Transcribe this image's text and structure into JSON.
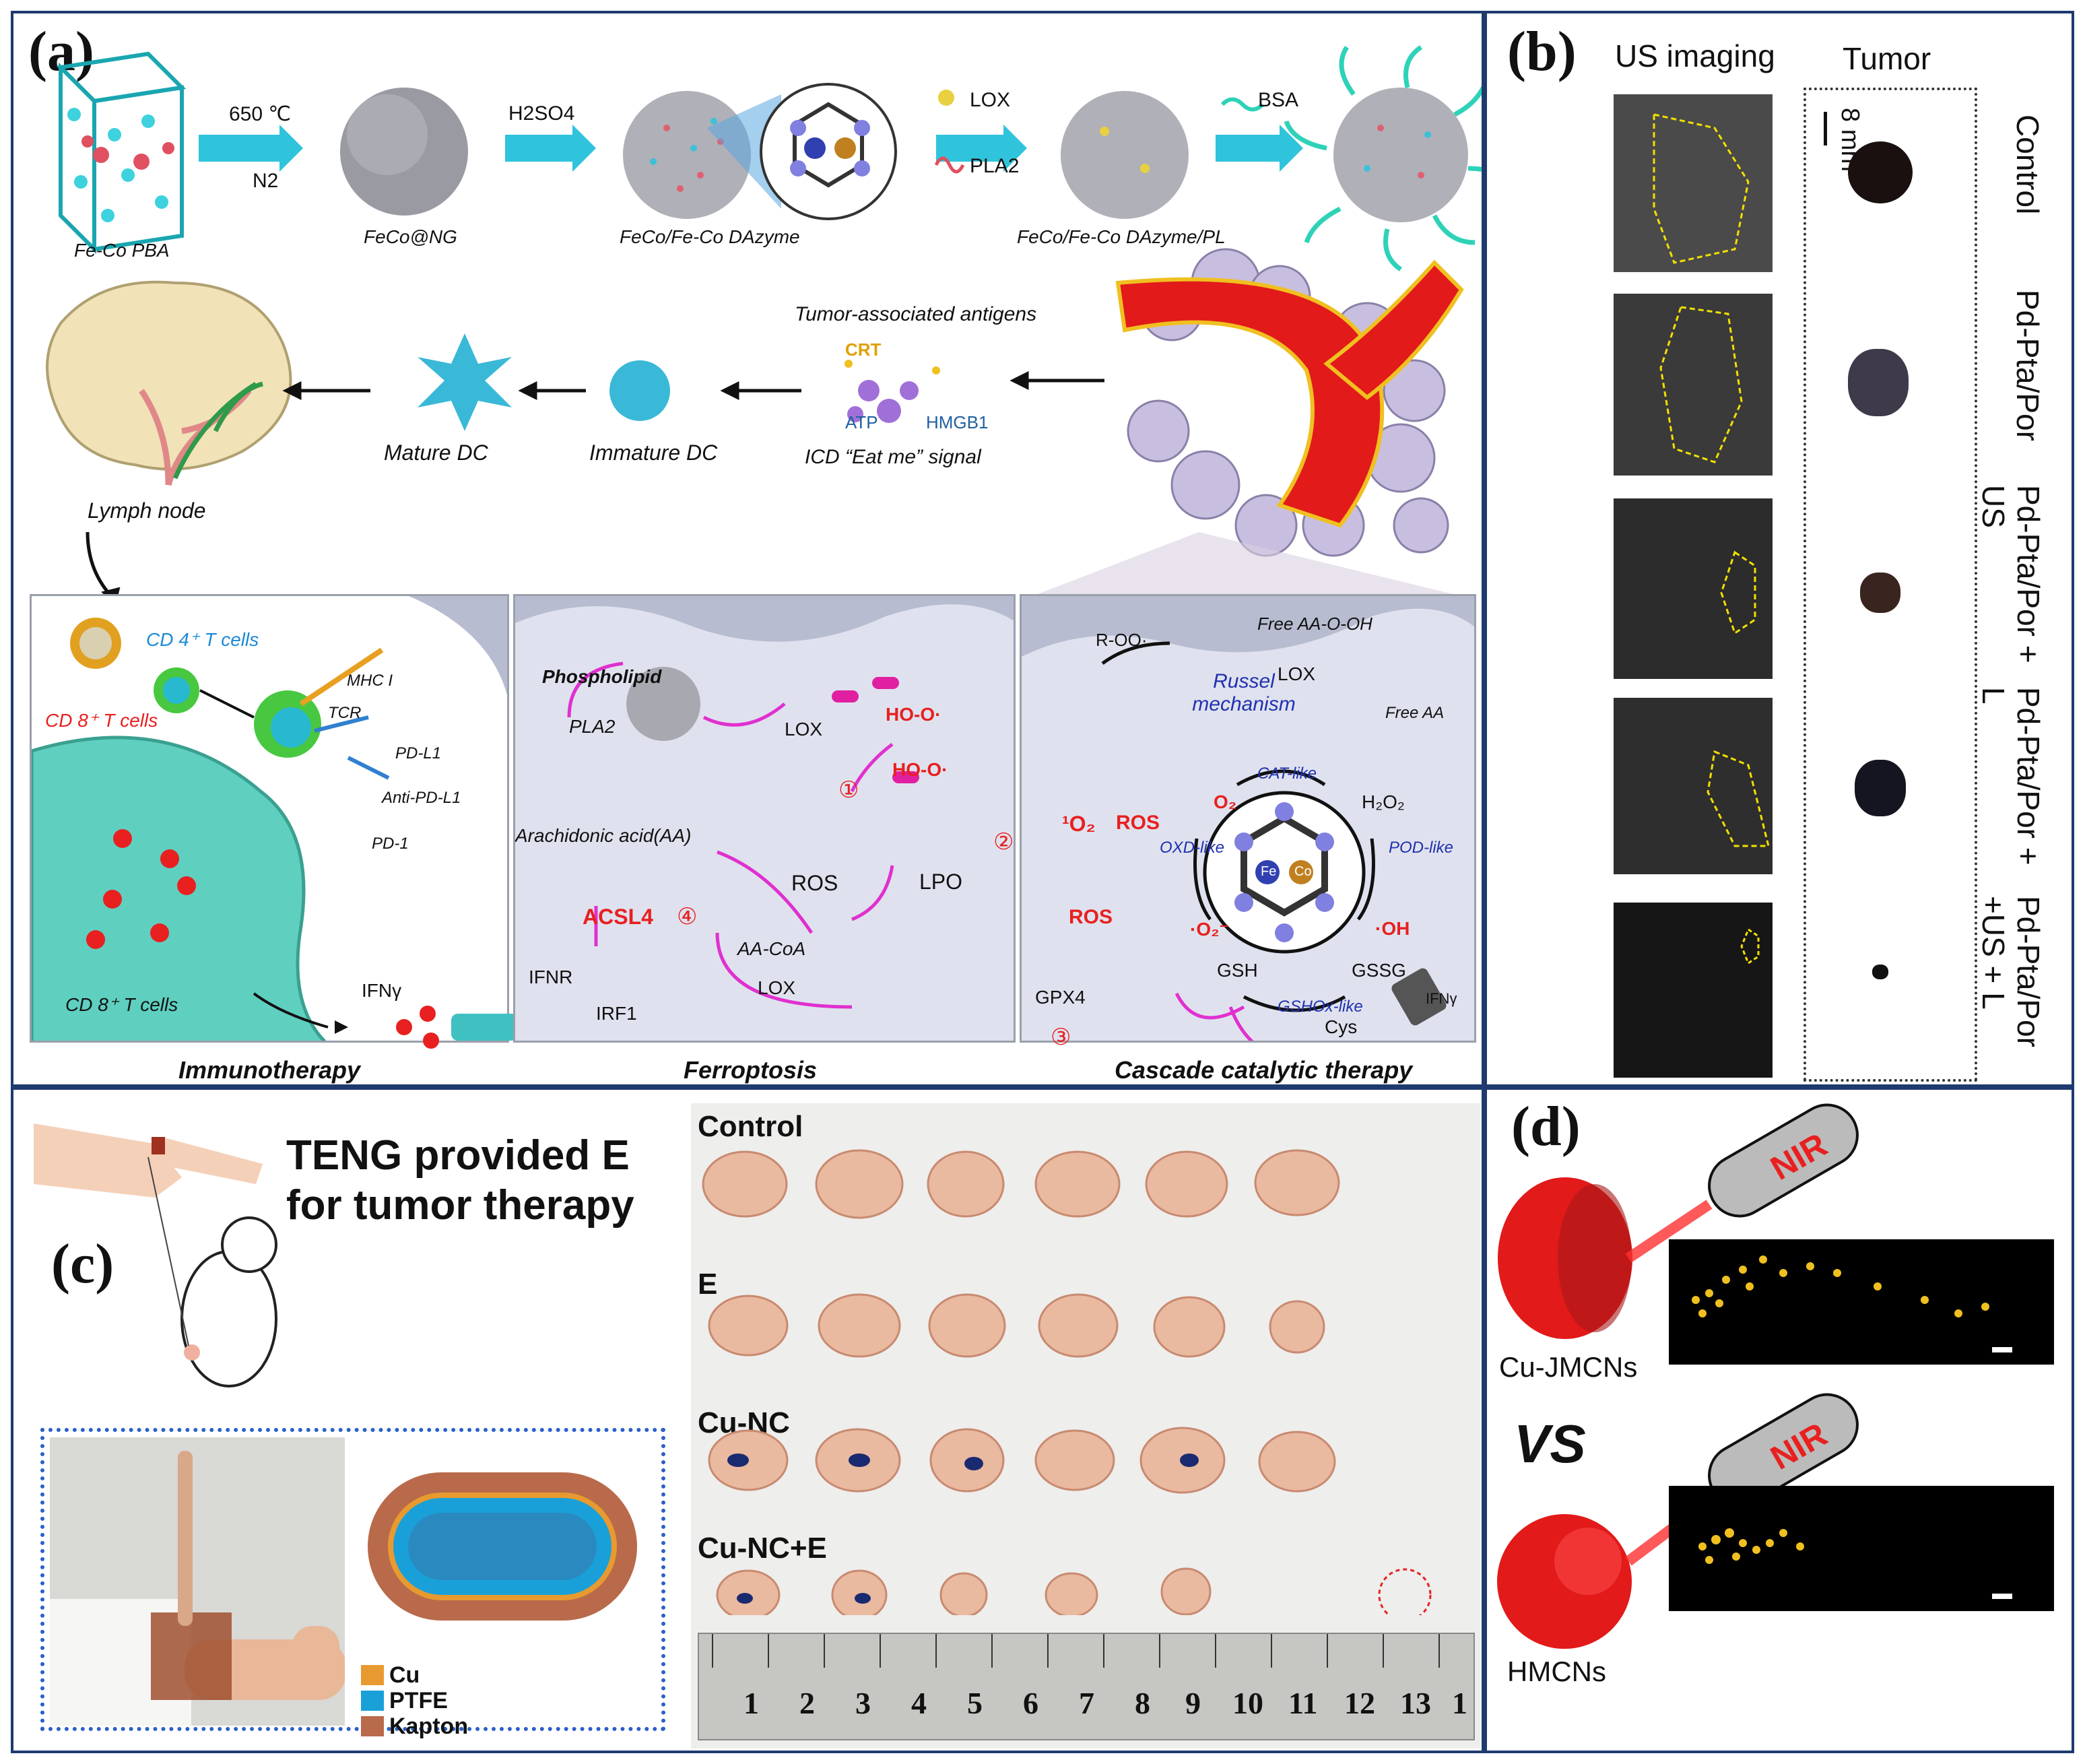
{
  "panels": {
    "a": {
      "label": "(a)",
      "synthesis": {
        "fe_co_pba": "Fe-Co PBA",
        "temp": "650 ℃",
        "n2": "N2",
        "fe_co_ng": "FeCo@NG",
        "h2so4": "H2SO4",
        "dazyme": "FeCo/Fe-Co DAzyme",
        "lox": "LOX",
        "pla2": "PLA2",
        "dazyme_pl": "FeCo/Fe-Co DAzyme/PL",
        "bsa": "BSA"
      },
      "immune_flow": {
        "taa": "Tumor-associated antigens",
        "crt": "CRT",
        "atp": "ATP",
        "hmgb1": "HMGB1",
        "icd": "ICD “Eat me” signal",
        "immature": "Immature DC",
        "mature": "Mature DC",
        "lymph": "Lymph node"
      },
      "immunotherapy": {
        "title": "Immunotherapy",
        "cd4": "CD 4⁺ T cells",
        "cd8": "CD 8⁺ T cells",
        "cd8b": "CD 8⁺ T cells",
        "mhc": "MHC I",
        "tcr": "TCR",
        "pdl1": "PD-L1",
        "antipdl1": "Anti-PD-L1",
        "pd1": "PD-1",
        "ifng": "IFNγ"
      },
      "ferroptosis": {
        "title": "Ferroptosis",
        "phospholipid": "Phospholipid",
        "pla2": "PLA2",
        "lox": "LOX",
        "hoo1": "HO-O·",
        "hoo2": "HO-O·",
        "aa": "Arachidonic acid(AA)",
        "ros": "ROS",
        "lpo": "LPO",
        "acsl4": "ACSL4",
        "aacoa": "AA-CoA",
        "lox2": "LOX",
        "ifnr": "IFNR",
        "irf1": "IRF1",
        "n1": "①",
        "n2": "②",
        "n3": "③",
        "n4": "④"
      },
      "cascade": {
        "title": "Cascade catalytic therapy",
        "roo": "R-OO·",
        "free_aaooh": "Free AA-O-OH",
        "russel": "Russel mechanism",
        "lox": "LOX",
        "free_aa": "Free AA",
        "o2_singlet": "¹O₂",
        "ros1": "ROS",
        "cat": "CAT-like",
        "o2": "O₂",
        "h2o2": "H₂O₂",
        "oxd": "OXD-like",
        "pod": "POD-like",
        "ros2": "ROS",
        "o2minus": "·O₂⁻",
        "oh": "·OH",
        "gpx4": "GPX4",
        "gsh": "GSH",
        "gssg": "GSSG",
        "gshox": "GSHOx-like",
        "cys": "Cys",
        "ifng": "IFNγ",
        "fe": "Fe",
        "co": "Co"
      }
    },
    "b": {
      "label": "(b)",
      "us_header": "US imaging",
      "tumor_header": "Tumor",
      "scale": "8 mm",
      "groups": [
        "Control",
        "Pd-Pta/Por",
        "Pd-Pta/Por + US",
        "Pd-Pta/Por + L",
        "Pd-Pta/Por +US + L"
      ]
    },
    "c": {
      "label": "(c)",
      "title_line1": "TENG provided E",
      "title_line2": "for tumor therapy",
      "legend": [
        "Cu",
        "PTFE",
        "Kapton"
      ],
      "rows": [
        "Control",
        "E",
        "Cu-NC",
        "Cu-NC+E"
      ],
      "ruler": [
        "1",
        "2",
        "3",
        "4",
        "5",
        "6",
        "7",
        "8",
        "9",
        "10",
        "11",
        "12",
        "13",
        "1"
      ]
    },
    "d": {
      "label": "(d)",
      "nir1": "NIR",
      "nir2": "NIR",
      "jm": "Cu-JMCNs",
      "vs": "VS",
      "hm": "HMCNs"
    }
  },
  "colors": {
    "frame": "#1e3a6e",
    "arrow_cyan": "#2fc4dc",
    "magenta": "#e020c8",
    "red": "#e8202a",
    "membrane_teal": "#5fcfc0",
    "tumor_pink": "#e9b9a0"
  }
}
